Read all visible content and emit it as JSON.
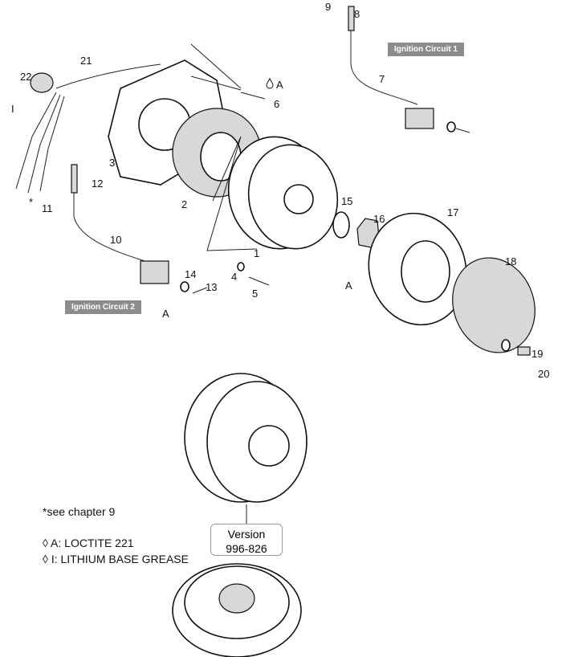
{
  "labels": {
    "ignition_circuit_1": "Ignition Circuit 1",
    "ignition_circuit_2": "Ignition Circuit 2",
    "see_chapter": "*see chapter 9",
    "legend_a": "A: LOCTITE 221",
    "legend_i": "I:  LITHIUM BASE GREASE",
    "version_title": "Version",
    "version_number": "996-826"
  },
  "callouts": {
    "p1": "1",
    "p2": "2",
    "p3": "3",
    "p4": "4",
    "p5": "5",
    "p6": "6",
    "p7": "7",
    "p8": "8",
    "p9": "9",
    "p10": "10",
    "p11": "11",
    "p12": "12",
    "p13": "13",
    "p14": "14",
    "p15": "15",
    "p16": "16",
    "p17": "17",
    "p18": "18",
    "p19": "19",
    "p20": "20",
    "p21": "21",
    "p22": "22",
    "star": "*",
    "a": "A",
    "i": "I"
  },
  "icons": {
    "drop": "drop-icon"
  },
  "colors": {
    "tag_bg": "#8c8c8c",
    "line": "#111111"
  }
}
